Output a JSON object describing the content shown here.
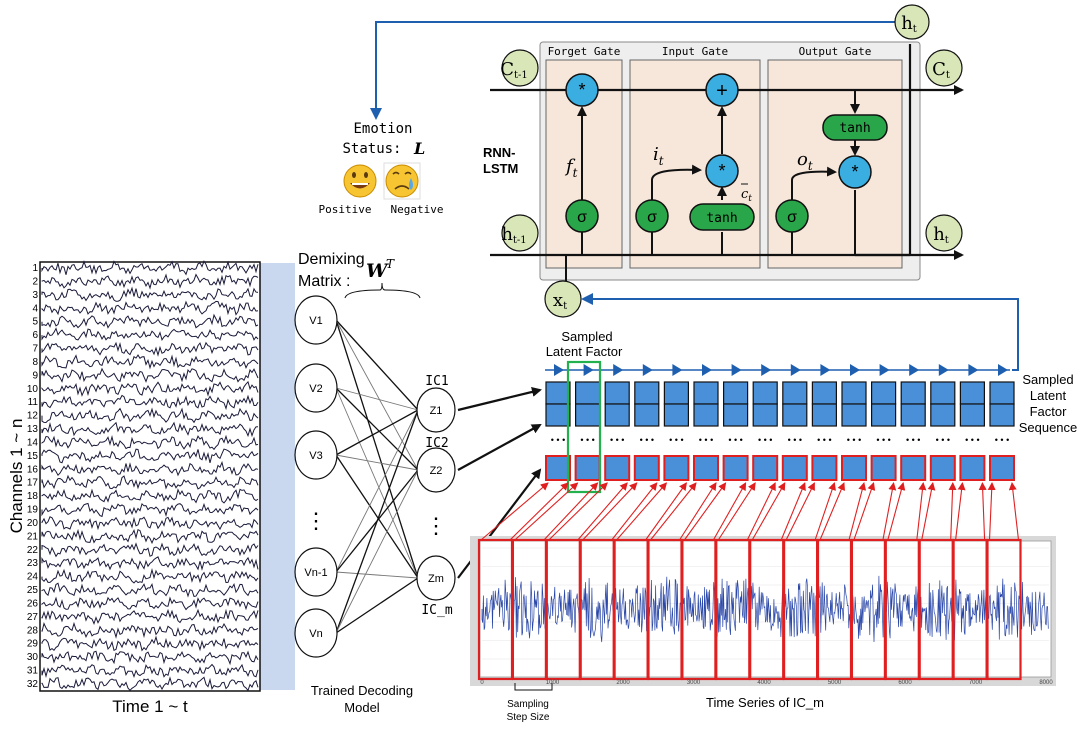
{
  "emotion": {
    "title": "Emotion",
    "status_label": "Status:",
    "status_symbol": "L",
    "positive_label": "Positive",
    "negative_label": "Negative"
  },
  "lstm": {
    "label_line1": "RNN-",
    "label_line2": "LSTM",
    "forget_gate": "Forget Gate",
    "input_gate": "Input Gate",
    "output_gate": "Output Gate",
    "sigma": "σ",
    "tanh": "tanh",
    "star": "*",
    "plus": "+",
    "ht": "h",
    "ht_sub": "t",
    "ht1": "h",
    "ht1_sub": "t-1",
    "ct": "C",
    "ct_sub": "t",
    "ct1": "C",
    "ct1_sub": "t-1",
    "xt": "x",
    "xt_sub": "t",
    "ft": "f",
    "ft_sub": "t",
    "it": "i",
    "it_sub": "t",
    "ot": "o",
    "ot_sub": "t",
    "cbar": "c",
    "cbar_sub": "t"
  },
  "demix": {
    "title": "Demixing",
    "matrix_label": "Matrix :",
    "matrix_symbol": "W",
    "matrix_sup": "T",
    "v_nodes": [
      "V1",
      "V2",
      "V3",
      "Vn-1",
      "Vn"
    ],
    "dots": "⋮",
    "z_nodes": [
      "Z1",
      "Z2",
      "Zm"
    ],
    "ic_labels": [
      "IC1",
      "IC2",
      "IC_m"
    ],
    "model_line1": "Trained Decoding",
    "model_line2": "Model"
  },
  "eeg": {
    "y_axis_label": "Channels  1 ~ n",
    "x_axis_label": "Time 1 ~ t",
    "channels": [
      "1",
      "2",
      "3",
      "4",
      "5",
      "6",
      "7",
      "8",
      "9",
      "10",
      "11",
      "12",
      "13",
      "14",
      "15",
      "16",
      "17",
      "18",
      "19",
      "20",
      "21",
      "22",
      "23",
      "24",
      "25",
      "26",
      "27",
      "28",
      "29",
      "30",
      "31",
      "32"
    ]
  },
  "sequence": {
    "sampled_latent_line1": "Sampled",
    "sampled_latent_line2": "Latent Factor",
    "seq_line1": "Sampled",
    "seq_line2": "Latent",
    "seq_line3": "Factor",
    "seq_line4": "Sequence",
    "dot_marks": "• • •"
  },
  "timeseries": {
    "x_label": "Time Series of IC_m",
    "step_line1": "Sampling",
    "step_line2": "Step Size",
    "ticks": [
      "0",
      "1000",
      "2000",
      "3000",
      "4000",
      "5000",
      "6000",
      "7000",
      "8000"
    ]
  },
  "colors": {
    "blue_box": "#4a90d9",
    "red": "#e02020",
    "green_box": "#2aa64a",
    "gate_bg": "#f7e7da",
    "node_yellow": "#d9e6b8",
    "arrow_blue": "#1f5fb0",
    "signal_blue": "#2a47a8"
  }
}
